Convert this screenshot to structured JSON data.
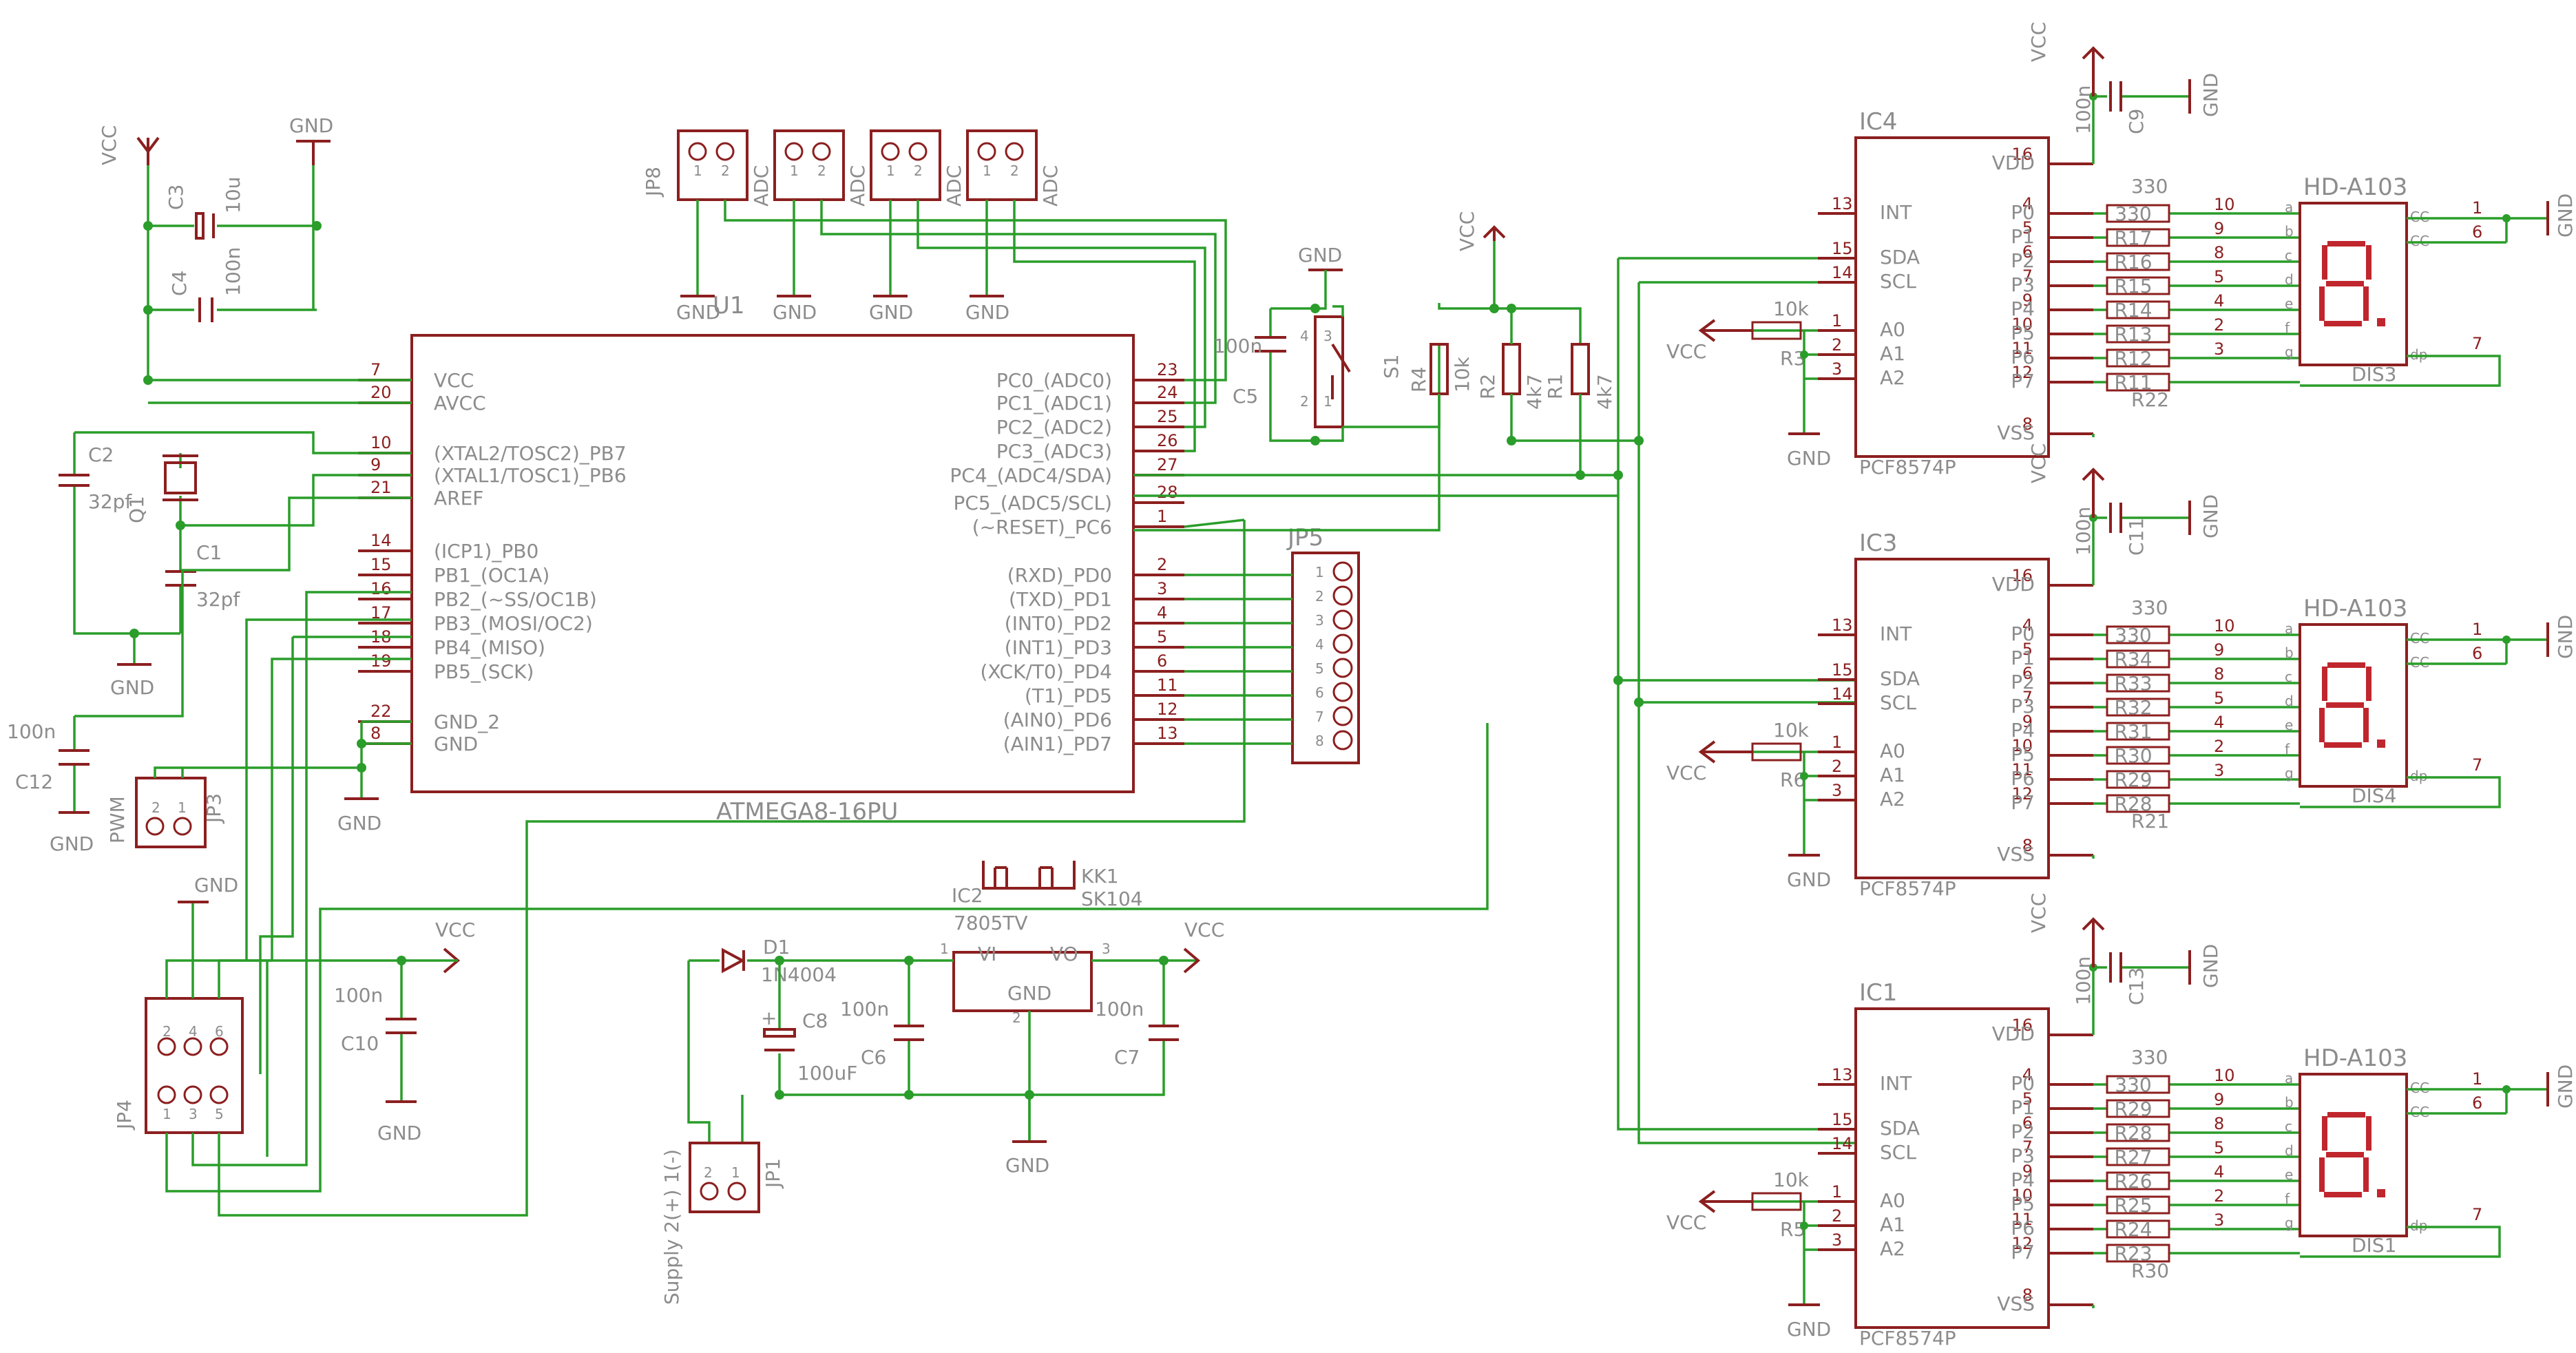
{
  "mcu": {
    "ref": "U1",
    "value": "ATMEGA8-16PU",
    "left_pins": [
      {
        "num": "7",
        "name": "VCC"
      },
      {
        "num": "20",
        "name": "AVCC"
      },
      {
        "num": "10",
        "name": "(XTAL2/TOSC2)_PB7"
      },
      {
        "num": "9",
        "name": "(XTAL1/TOSC1)_PB6"
      },
      {
        "num": "21",
        "name": "AREF"
      },
      {
        "num": "14",
        "name": "(ICP1)_PB0"
      },
      {
        "num": "15",
        "name": "PB1_(OC1A)"
      },
      {
        "num": "16",
        "name": "PB2_(~SS/OC1B)"
      },
      {
        "num": "17",
        "name": "PB3_(MOSI/OC2)"
      },
      {
        "num": "18",
        "name": "PB4_(MISO)"
      },
      {
        "num": "19",
        "name": "PB5_(SCK)"
      },
      {
        "num": "22",
        "name": "GND_2"
      },
      {
        "num": "8",
        "name": "GND"
      }
    ],
    "right_pins": [
      {
        "num": "23",
        "name": "PC0_(ADC0)"
      },
      {
        "num": "24",
        "name": "PC1_(ADC1)"
      },
      {
        "num": "25",
        "name": "PC2_(ADC2)"
      },
      {
        "num": "26",
        "name": "PC3_(ADC3)"
      },
      {
        "num": "27",
        "name": "PC4_(ADC4/SDA)"
      },
      {
        "num": "28",
        "name": "PC5_(ADC5/SCL)"
      },
      {
        "num": "1",
        "name": "(~RESET)_PC6"
      },
      {
        "num": "2",
        "name": "(RXD)_PD0"
      },
      {
        "num": "3",
        "name": "(TXD)_PD1"
      },
      {
        "num": "4",
        "name": "(INT0)_PD2"
      },
      {
        "num": "5",
        "name": "(INT1)_PD3"
      },
      {
        "num": "6",
        "name": "(XCK/T0)_PD4"
      },
      {
        "num": "11",
        "name": "(T1)_PD5"
      },
      {
        "num": "12",
        "name": "(AIN0)_PD6"
      },
      {
        "num": "13",
        "name": "(AIN1)_PD7"
      }
    ]
  },
  "expanders": [
    {
      "ref": "IC4",
      "value": "PCF8574P",
      "a_res": "10k",
      "a_ref": "R3",
      "cap": "C9",
      "cap_val": "100n",
      "disp": "DIS3",
      "disp_model": "HD-A103",
      "res_top": "330",
      "res_bottom": "R22",
      "res_labels": [
        "330",
        "R17",
        "R16",
        "R15",
        "R14",
        "R13",
        "R12",
        "R11"
      ]
    },
    {
      "ref": "IC3",
      "value": "PCF8574P",
      "a_res": "10k",
      "a_ref": "R6",
      "cap": "C11",
      "cap_val": "100n",
      "disp": "DIS4",
      "disp_model": "HD-A103",
      "res_top": "330",
      "res_bottom": "R21",
      "res_labels": [
        "330",
        "R34",
        "R33",
        "R32",
        "R31",
        "R30",
        "R29",
        "R28"
      ]
    },
    {
      "ref": "IC1",
      "value": "PCF8574P",
      "a_res": "10k",
      "a_ref": "R5",
      "cap": "C13",
      "cap_val": "100n",
      "disp": "DIS1",
      "disp_model": "HD-A103",
      "res_top": "330",
      "res_bottom": "R30",
      "res_labels": [
        "330",
        "R29",
        "R28",
        "R27",
        "R26",
        "R25",
        "R24",
        "R23"
      ]
    }
  ],
  "expander_pins": {
    "left": [
      {
        "num": "13",
        "name": "INT"
      },
      {
        "num": "15",
        "name": "SDA"
      },
      {
        "num": "14",
        "name": "SCL"
      },
      {
        "num": "1",
        "name": "A0"
      },
      {
        "num": "2",
        "name": "A1"
      },
      {
        "num": "3",
        "name": "A2"
      }
    ],
    "right": [
      {
        "num": "16",
        "name": "VDD"
      },
      {
        "num": "4",
        "name": "P0"
      },
      {
        "num": "5",
        "name": "P1"
      },
      {
        "num": "6",
        "name": "P2"
      },
      {
        "num": "7",
        "name": "P3"
      },
      {
        "num": "9",
        "name": "P4"
      },
      {
        "num": "10",
        "name": "P5"
      },
      {
        "num": "11",
        "name": "P6"
      },
      {
        "num": "12",
        "name": "P7"
      },
      {
        "num": "8",
        "name": "VSS"
      }
    ],
    "disp_left_pins": [
      "10",
      "9",
      "8",
      "5",
      "4",
      "2",
      "3"
    ],
    "disp_seg": [
      "a",
      "b",
      "c",
      "d",
      "e",
      "f",
      "g"
    ],
    "disp_right": [
      {
        "num": "1",
        "name": "CC"
      },
      {
        "num": "6",
        "name": "CC"
      }
    ],
    "disp_dp": {
      "num": "7",
      "name": "dp"
    }
  },
  "nets": {
    "vcc": "VCC",
    "gnd": "GND"
  },
  "power": {
    "reg_ref": "IC2",
    "reg_value": "7805TV",
    "heatsink_ref": "KK1",
    "heatsink_value": "SK104",
    "vi": "VI",
    "vo": "VO",
    "gnd_pin": "GND",
    "pin1": "1",
    "pin2": "2",
    "pin3": "3",
    "diode_ref": "D1",
    "diode_value": "1N4004",
    "c8": "C8",
    "c8_val": "100uF",
    "c6": "C6",
    "c6_val": "100n",
    "c7": "C7",
    "c7_val": "100n",
    "jp1": "JP1",
    "jp1_label": "Supply 2(+) 1(-)"
  },
  "decoupling": {
    "c3": "C3",
    "c3_val": "10u",
    "c4": "C4",
    "c4_val": "100n",
    "c2": "C2",
    "c2_val": "32pf",
    "c1": "C1",
    "c1_val": "32pf",
    "q1": "Q1",
    "c12": "C12",
    "c12_val": "100n",
    "c10": "C10",
    "c10_val": "100n",
    "c5": "C5",
    "c5_val": "100n",
    "s1": "S1",
    "r4": "R4",
    "r4_val": "10k",
    "r2": "R2",
    "r2_val": "4k7",
    "r1": "R1",
    "r1_val": "4k7"
  },
  "connectors": {
    "jp8": "JP8",
    "adc": "ADC",
    "jp5": "JP5",
    "jp3": "JP3",
    "pwm": "PWM",
    "jp4": "JP4"
  }
}
